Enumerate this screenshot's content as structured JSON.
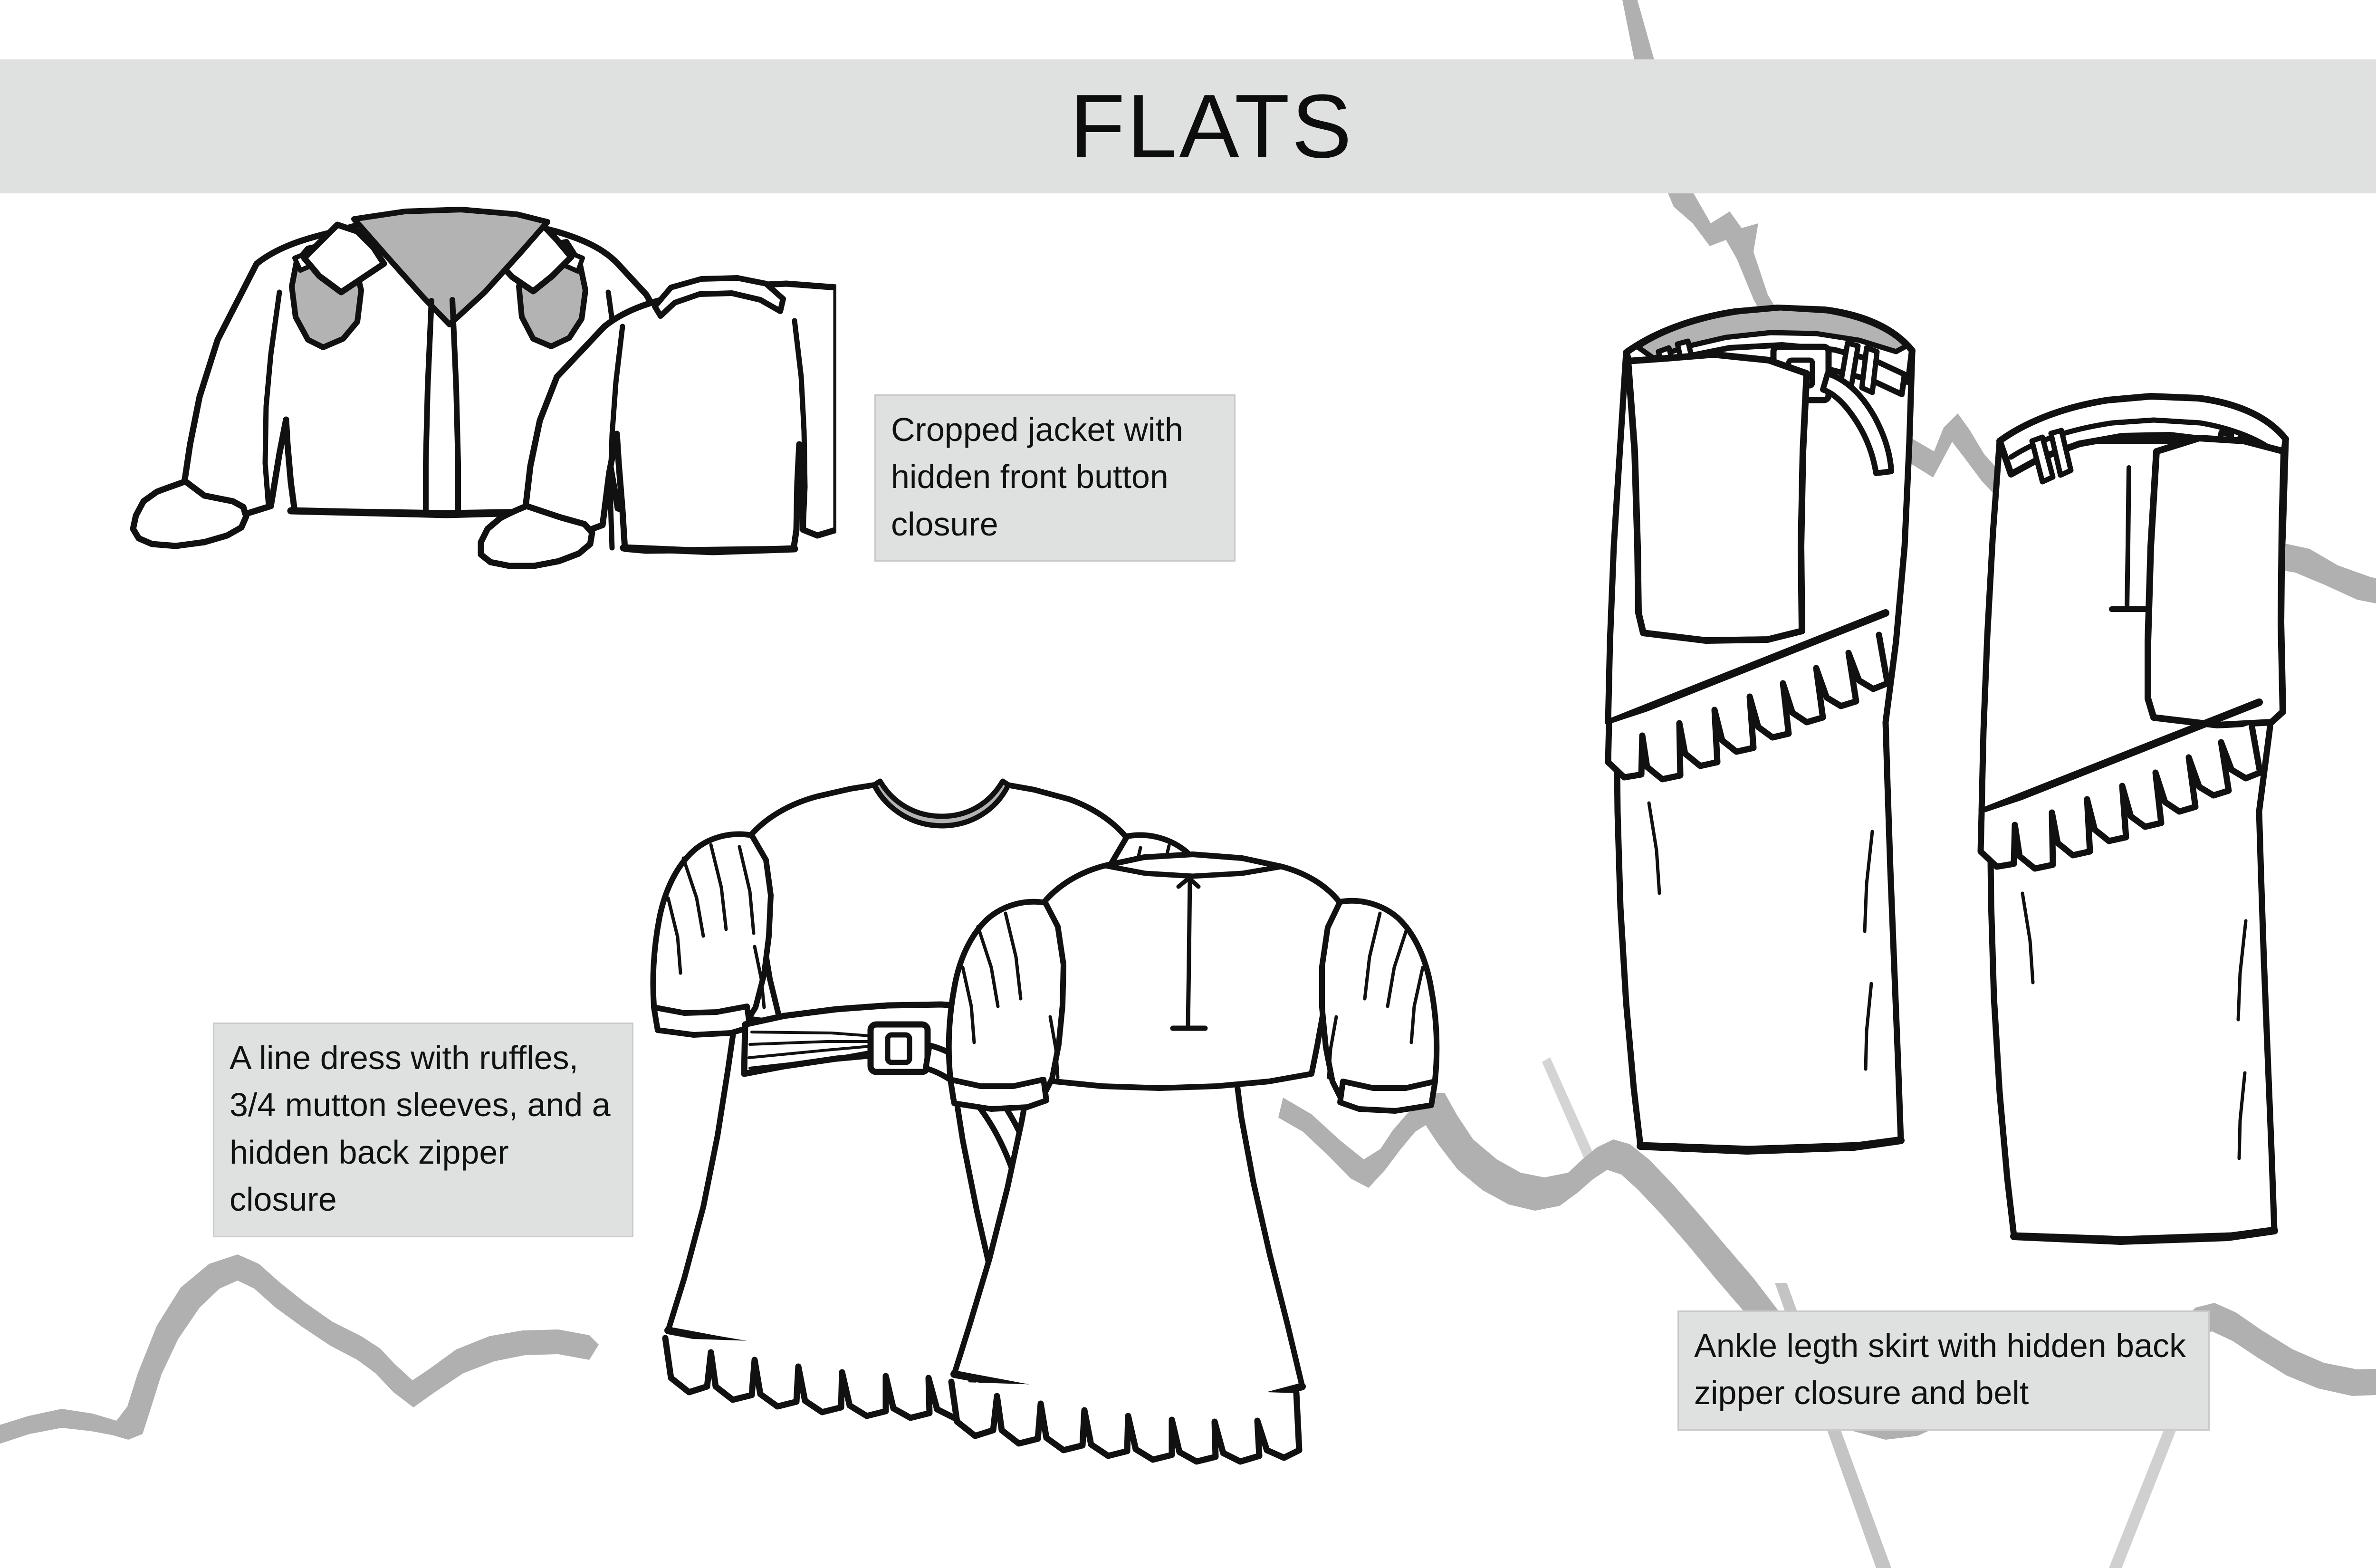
{
  "slide": {
    "title": "FLATS",
    "banner_color": "#dfe1e0",
    "background_color": "#ffffff",
    "accent_gray": "#b3b3b3",
    "line_color": "#111111",
    "crack_color": "#b0b0b0"
  },
  "captions": {
    "jacket": "Cropped jacket with hidden front button closure",
    "dress": "A line dress with ruffles, 3/4 mutton sleeves, and a hidden back zipper closure",
    "skirt": "Ankle legth skirt with hidden back zipper closure and belt"
  },
  "garments": [
    {
      "id": "cropped-jacket",
      "name": "Cropped jacket",
      "views": [
        "front",
        "back"
      ],
      "details": [
        "pointed collar",
        "hidden front button placket",
        "shoulder yoke panels",
        "turn-back cuffs",
        "back neck tab"
      ]
    },
    {
      "id": "a-line-dress",
      "name": "A line dress",
      "views": [
        "front",
        "back"
      ],
      "details": [
        "round neckline",
        "3/4 mutton puff sleeves",
        "gathered belt with square buckle",
        "ruffle hem",
        "hidden back zipper"
      ]
    },
    {
      "id": "ankle-length-skirt",
      "name": "Ankle length skirt",
      "views": [
        "front",
        "back"
      ],
      "details": [
        "belt with square buckle",
        "belt loops",
        "asymmetric wrap panel",
        "diagonal ruffle trim",
        "hidden back zipper"
      ]
    }
  ]
}
